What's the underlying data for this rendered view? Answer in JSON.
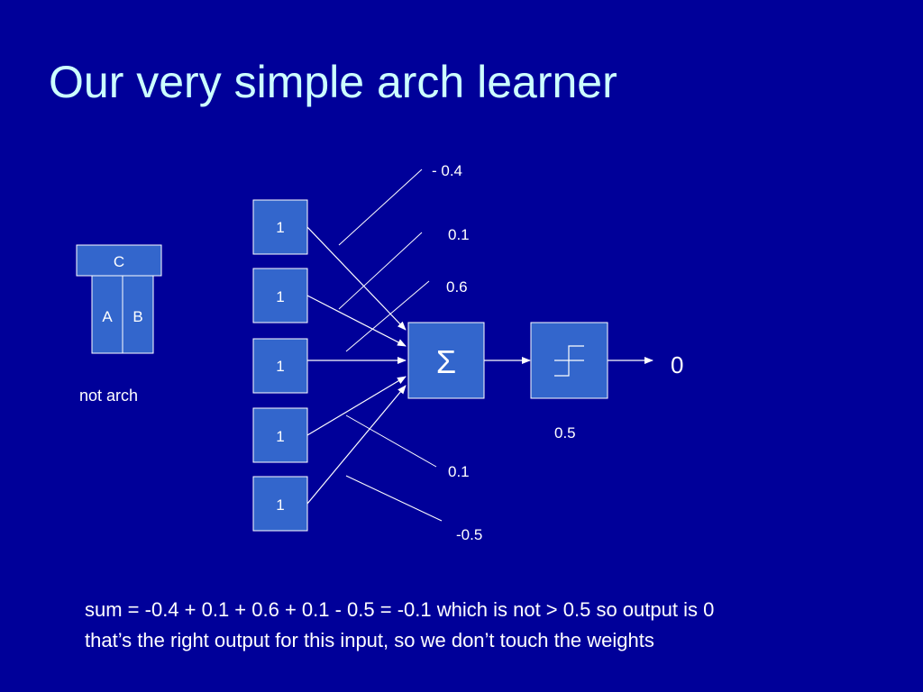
{
  "slide": {
    "title": "Our very simple arch learner"
  },
  "example": {
    "top_block": "C",
    "left_block": "A",
    "right_block": "B",
    "label": "not arch"
  },
  "inputs": [
    "1",
    "1",
    "1",
    "1",
    "1"
  ],
  "weights": [
    "- 0.4",
    "0.1",
    "0.6",
    "0.1",
    "-0.5"
  ],
  "summer_symbol": "Σ",
  "threshold": "0.5",
  "output": "0",
  "caption": {
    "line1": "sum = -0.4 + 0.1 + 0.6 + 0.1 - 0.5 = -0.1 which is not > 0.5 so output is 0",
    "line2": "that’s the right output for this input, so we don’t touch the weights"
  },
  "colors": {
    "background": "#000099",
    "title": "#ccffff",
    "box_fill": "#3366cc",
    "line": "#ffffff"
  }
}
